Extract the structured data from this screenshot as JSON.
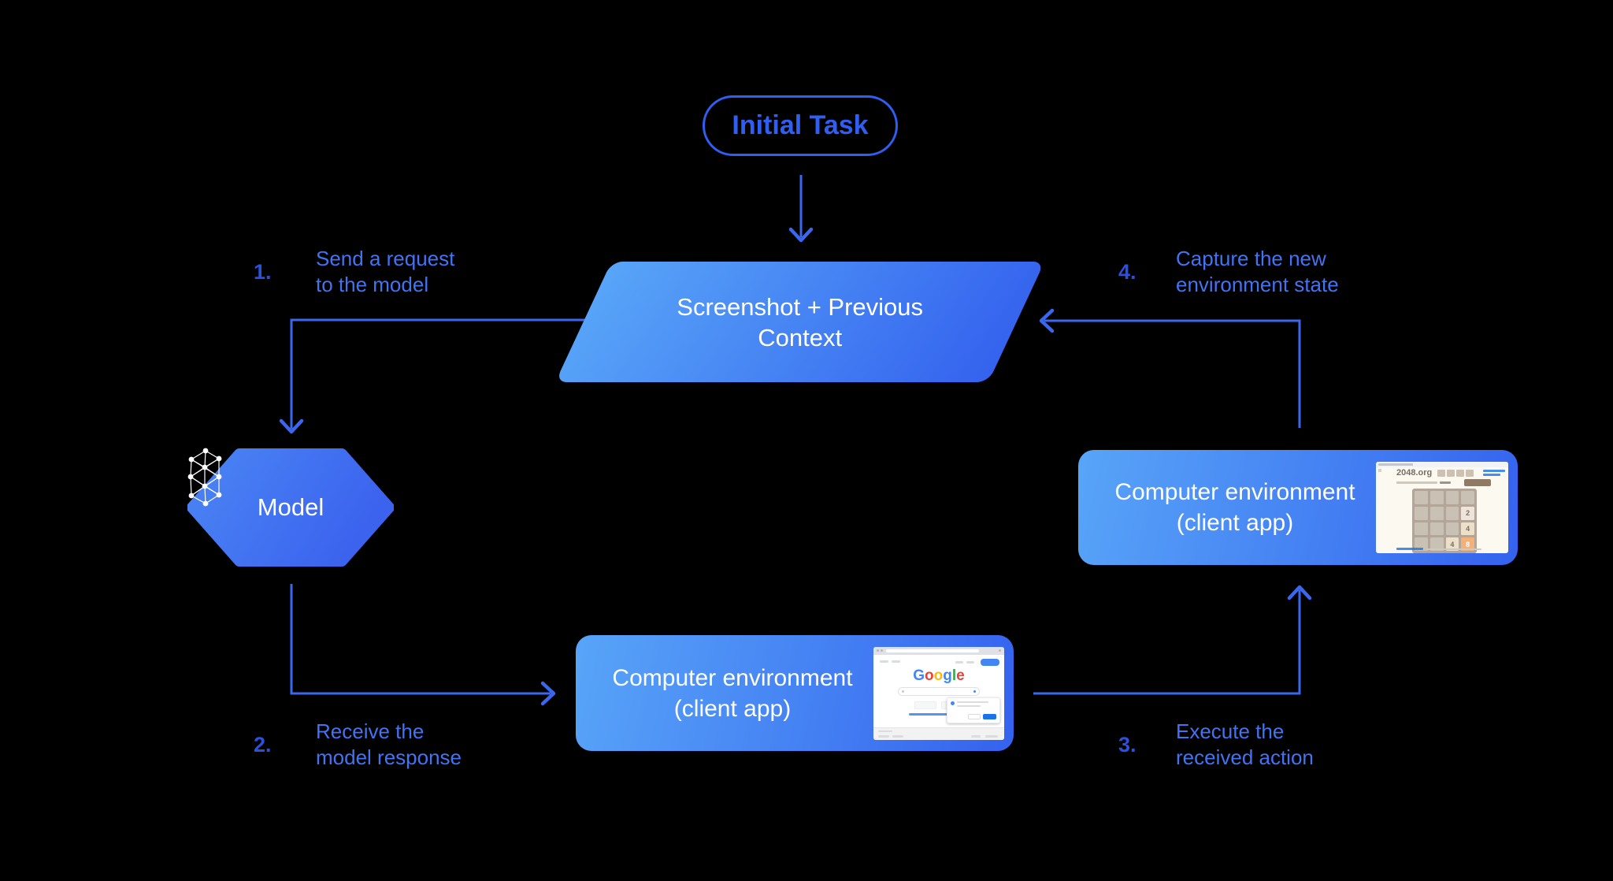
{
  "colors": {
    "background": "#000000",
    "accent-blue": "#3a67ee",
    "label-blue": "#4273f2",
    "number-blue": "#2b50dd",
    "pill-blue": "#2f5ff2",
    "shape-light": "#58a5f8",
    "shape-dark": "#3462ee",
    "google-blue": "#4285F4",
    "google-red": "#EA4335",
    "google-yellow": "#FBBC05",
    "google-green": "#34A853",
    "link-blue": "#1a73e8",
    "g2048-text": "#776e65",
    "g2048-grid": "#b3a698",
    "g2048-cell": "#cac1b5",
    "g2048-tile2": "#eee4da",
    "g2048-tile4": "#ede0c8",
    "g2048-tile8": "#f2b179",
    "g2048-button": "#8f7a66"
  },
  "diagram": {
    "initial_task": {
      "label": "Initial Task"
    },
    "screenshot_context": {
      "line1": "Screenshot + Previous",
      "line2": "Context"
    },
    "model": {
      "label": "Model"
    },
    "env_bottom": {
      "line1": "Computer environment",
      "line2": "(client app)"
    },
    "env_right": {
      "line1": "Computer environment",
      "line2": "(client app)"
    },
    "steps": [
      {
        "number": "1.",
        "line1": "Send a request",
        "line2": "to the model"
      },
      {
        "number": "2.",
        "line1": "Receive the",
        "line2": "model response"
      },
      {
        "number": "3.",
        "line1": "Execute the",
        "line2": "received action"
      },
      {
        "number": "4.",
        "line1": "Capture the new",
        "line2": "environment state"
      }
    ]
  },
  "thumbnails": {
    "google_search": {
      "logo_letters": [
        "G",
        "o",
        "o",
        "g",
        "l",
        "e"
      ]
    },
    "game_2048": {
      "site_title": "2048.org",
      "tiles": [
        {
          "value": "2"
        },
        {
          "value": "4"
        },
        {
          "value": "4"
        },
        {
          "value": "8"
        }
      ]
    }
  }
}
